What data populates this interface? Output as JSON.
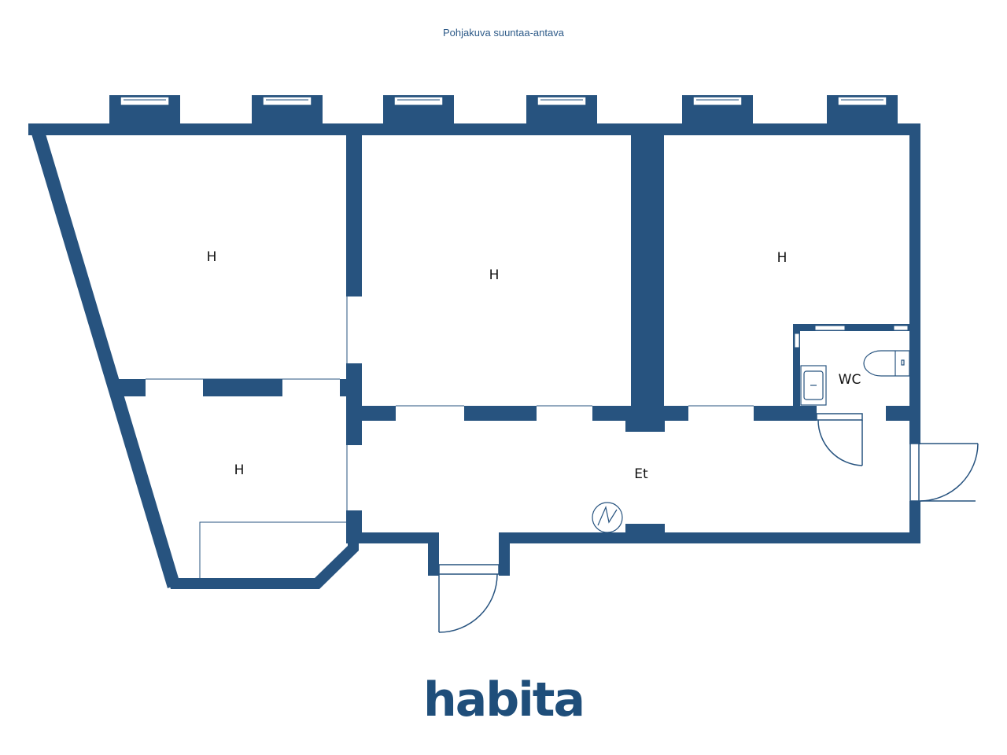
{
  "header": {
    "disclaimer": "Pohjakuva suuntaa-antava"
  },
  "rooms": [
    {
      "key": "room-1",
      "label": "H"
    },
    {
      "key": "room-2",
      "label": "H"
    },
    {
      "key": "room-3",
      "label": "H"
    },
    {
      "key": "room-4",
      "label": "H"
    },
    {
      "key": "hallway",
      "label": "Et"
    },
    {
      "key": "wc",
      "label": "WC"
    }
  ],
  "brand": {
    "name": "habita",
    "color": "#1f4e7a"
  },
  "colors": {
    "wall": "#27537f",
    "text": "#2d5a88"
  },
  "icons": [
    "window-icon",
    "door-icon",
    "toilet-icon",
    "sink-icon",
    "electric-panel-icon"
  ]
}
